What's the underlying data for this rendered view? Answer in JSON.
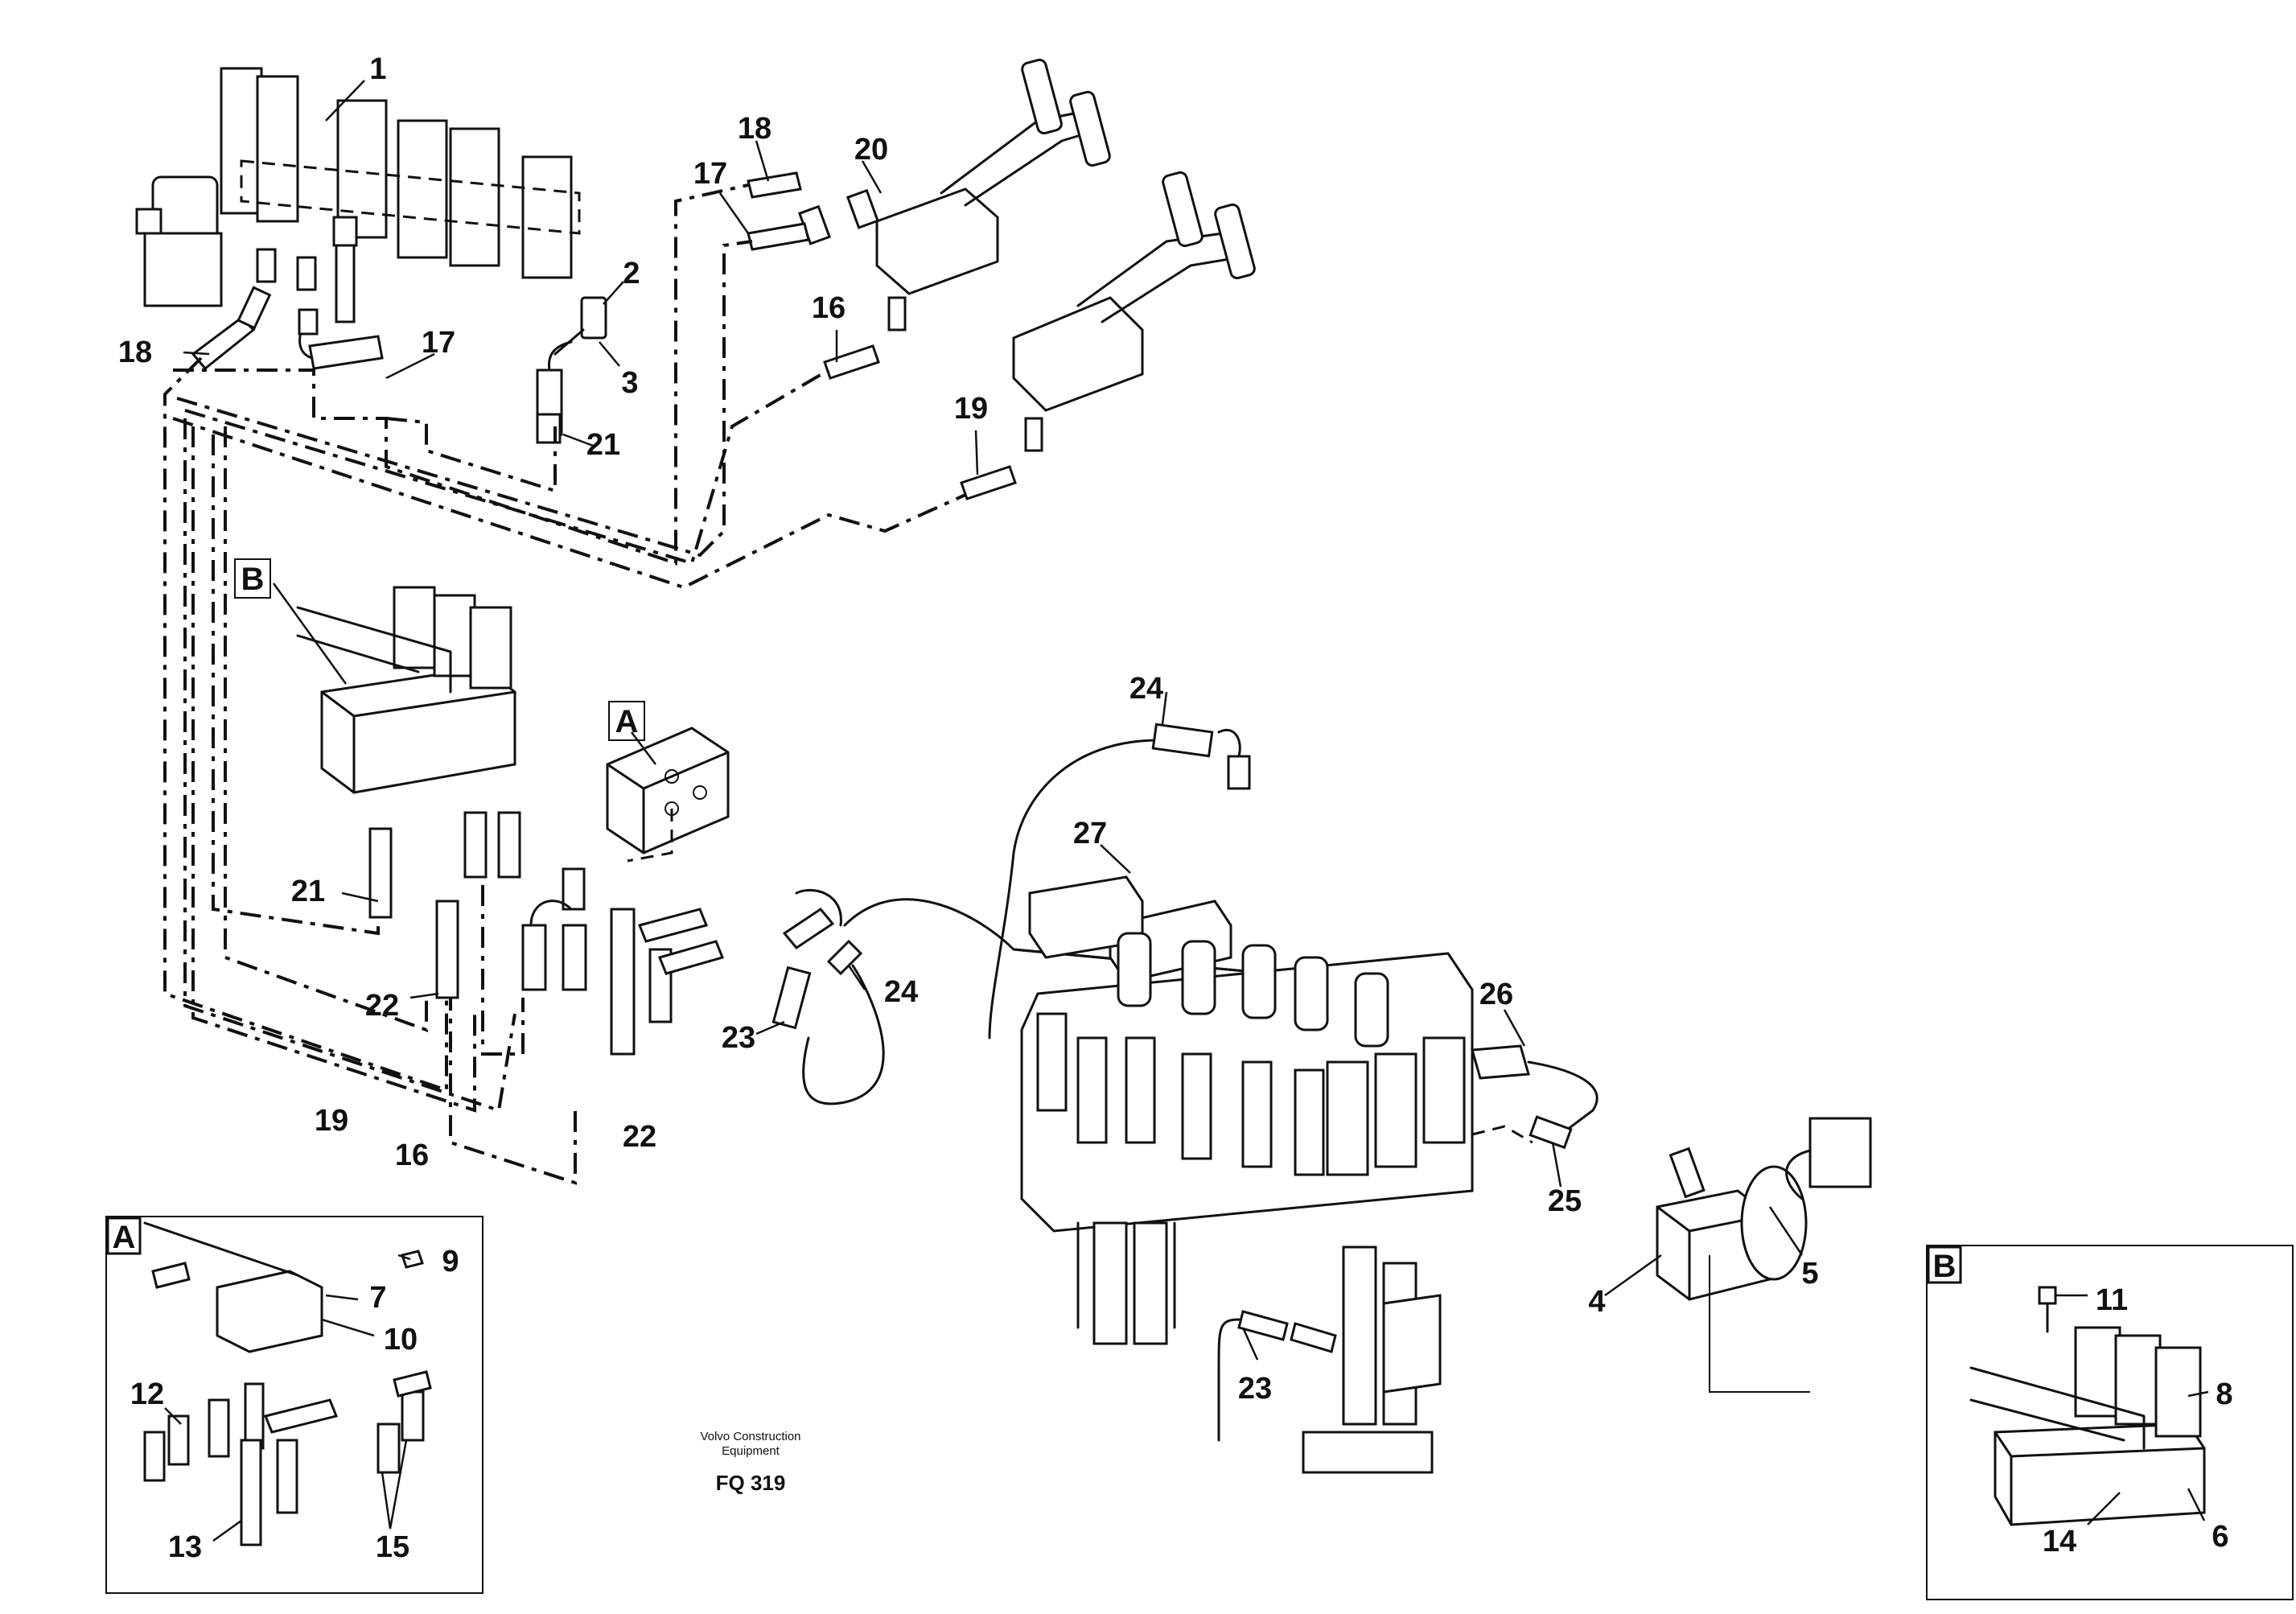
{
  "diagram": {
    "footer": {
      "brand_line1": "Volvo Construction",
      "brand_line2": "Equipment",
      "code": "FQ 319"
    },
    "view_labels": {
      "A": "A",
      "B": "B",
      "inset_A": "A",
      "inset_B": "B"
    },
    "callouts": {
      "c1": "1",
      "c2": "2",
      "c3": "3",
      "c4": "4",
      "c5": "5",
      "c6": "6",
      "c7": "7",
      "c8": "8",
      "c9": "9",
      "c10": "10",
      "c11": "11",
      "c12": "12",
      "c13": "13",
      "c14": "14",
      "c15": "15",
      "c16a": "16",
      "c16b": "16",
      "c17a": "17",
      "c17b": "17",
      "c18a": "18",
      "c18b": "18",
      "c19a": "19",
      "c19b": "19",
      "c20": "20",
      "c21a": "21",
      "c21b": "21",
      "c22a": "22",
      "c22b": "22",
      "c23a": "23",
      "c23b": "23",
      "c24a": "24",
      "c24b": "24",
      "c25": "25",
      "c26": "26",
      "c27": "27"
    }
  }
}
